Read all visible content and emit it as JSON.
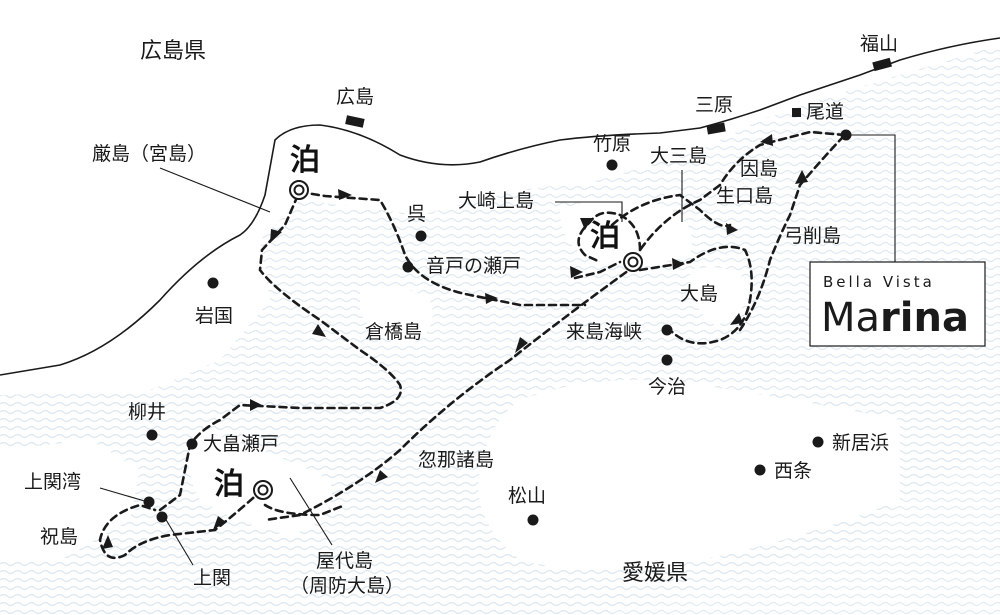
{
  "prefectures": {
    "hiroshima": "広島県",
    "ehime": "愛媛県"
  },
  "stations": {
    "hiroshima": "広島",
    "mihara": "三原",
    "fukuyama": "福山"
  },
  "places": {
    "onomichi": "尾道",
    "itsukushima": "厳島（宮島）",
    "kure": "呉",
    "ondo": "音戸の瀬戸",
    "takehara": "竹原",
    "osakikamijima": "大崎上島",
    "omishima": "大三島",
    "innoshima": "因島",
    "ikuchijima": "生口島",
    "yugeshima": "弓削島",
    "oshima": "大島",
    "kurushima": "来島海峡",
    "imabari": "今治",
    "iwakuni": "岩国",
    "kurahashijima": "倉橋島",
    "yanai": "柳井",
    "oshimaseto": "大畠瀬戸",
    "kaminosekiwan": "上関湾",
    "iwaishima": "祝島",
    "kaminoseki": "上関",
    "yashiro_1": "屋代島",
    "yashiro_2": "（周防大島）",
    "kutsuna": "忽那諸島",
    "matsuyama": "松山",
    "niihama": "新居浜",
    "saijo": "西条"
  },
  "stopover_label": "泊",
  "logo": {
    "line1": "Bella Vista",
    "line2_regular": "Ma",
    "line2_bold": "rina"
  },
  "colors": {
    "sea_pattern": "#dfe9f1",
    "land": "#ffffff",
    "ink": "#1a1a1a"
  }
}
